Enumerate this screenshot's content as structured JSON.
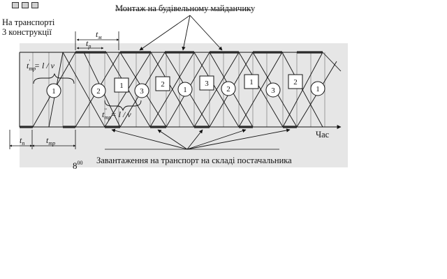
{
  "labels": {
    "montage": "Монтаж на будівельному майданчику",
    "loading": "Завантаження на транспорт на складі постачальника",
    "transport_line1": "На транспорті",
    "transport_line2": "3 конструкції",
    "time_axis": "Час",
    "start_time_base": "8",
    "start_time_sup": "00"
  },
  "legend_icon": "three-construction-boxes-icon",
  "durations": {
    "tm": {
      "base": "t",
      "sub": "м"
    },
    "tp": {
      "base": "t",
      "sub": "р"
    },
    "tn": {
      "base": "t",
      "sub": "п"
    },
    "ttr": {
      "base": "t",
      "sub": "тр"
    }
  },
  "formulas": [
    {
      "id": "formula-left",
      "base": "t",
      "sub": "тр",
      "mark": "'",
      "rhs": "= l / v"
    },
    {
      "id": "formula-mid",
      "base": "t",
      "sub": "тр",
      "mark": "''",
      "rhs": "= l / v"
    }
  ],
  "trip_sequence": [
    "1",
    "2",
    "1",
    "3",
    "2",
    "1",
    "3",
    "2",
    "1",
    "3",
    "2",
    "1"
  ],
  "colors": {
    "line": "#111111",
    "shade": "#e6e6e6",
    "thick": "#2a2a2a"
  }
}
